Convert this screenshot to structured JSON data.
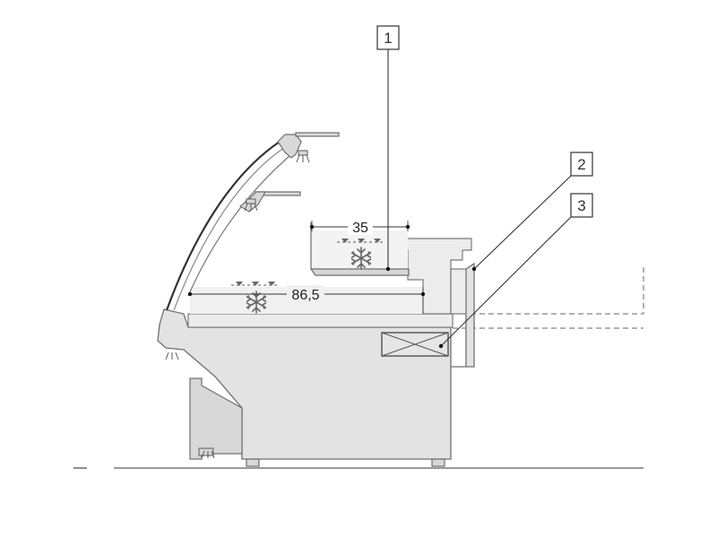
{
  "callouts": [
    {
      "number": "1"
    },
    {
      "number": "2"
    },
    {
      "number": "3"
    }
  ],
  "dimensions": {
    "upper_shelf": "35",
    "base_shelf": "86,5"
  },
  "icons": {
    "cooling": "snowflake-icon",
    "air_outlet": "air-outlet-icon"
  }
}
